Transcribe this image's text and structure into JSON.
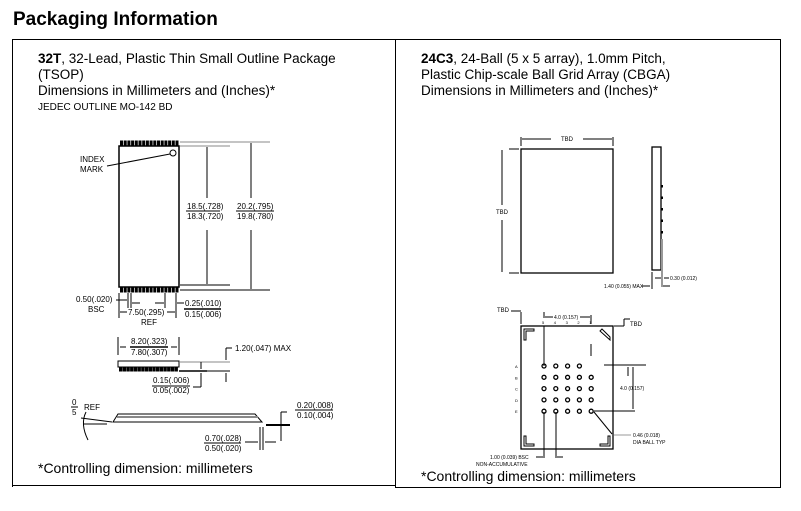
{
  "page_title": "Packaging Information",
  "left_panel": {
    "code": "32T",
    "title_rest": ", 32-Lead, Plastic Thin Small Outline Package",
    "title_line2": "(TSOP)",
    "dimensions_note": "Dimensions in Millimeters and (Inches)*",
    "jedec": "JEDEC OUTLINE MO-142 BD",
    "labels": {
      "index_mark_1": "INDEX",
      "index_mark_2": "MARK",
      "len_max": "18.5(.728)",
      "len_min": "18.3(.720)",
      "total_max": "20.2(.795)",
      "total_min": "19.8(.780)",
      "pitch": "0.50(.020)",
      "pitch_bsc": "BSC",
      "span": "7.50(.295)",
      "span_ref": "REF",
      "lead_w_max": "0.25(.010)",
      "lead_w_min": "0.15(.006)",
      "width_max": "8.20(.323)",
      "width_min": "7.80(.307)",
      "height_max": "1.20(.047) MAX",
      "standoff_max": "0.15(.006)",
      "standoff_min": "0.05(.002)",
      "angle_top": "0",
      "angle_bottom": "5",
      "angle_ref": "REF",
      "thick_max": "0.20(.008)",
      "thick_min": "0.10(.004)",
      "foot_max": "0.70(.028)",
      "foot_min": "0.50(.020)"
    },
    "footnote": "*Controlling dimension: millimeters"
  },
  "right_panel": {
    "code": "24C3",
    "title_rest": ", 24-Ball (5 x 5 array), 1.0mm Pitch,",
    "title_line2": "Plastic Chip-scale Ball Grid Array (CBGA)",
    "dimensions_note": "Dimensions in Millimeters and (Inches)*",
    "labels": {
      "top_width": "TBD",
      "side_height": "TBD",
      "max_height": "1.40 (0.055) MAX",
      "ball_height": "0.30 (0.012)",
      "tbd_left": "TBD",
      "tbd_right": "TBD",
      "grid_width": "4.0 (0.157)",
      "grid_height": "4.0 (0.157)",
      "columns": [
        "5",
        "4",
        "3",
        "2",
        "1"
      ],
      "rows": [
        "A",
        "B",
        "C",
        "D",
        "E"
      ],
      "ball_dia": "0.46 (0.018)",
      "ball_dia_2": "DIA BALL TYP",
      "pitch": "1.00 (0.039) BSC",
      "pitch_2": "NON-ACCUMULATIVE"
    },
    "footnote": "*Controlling dimension: millimeters"
  }
}
